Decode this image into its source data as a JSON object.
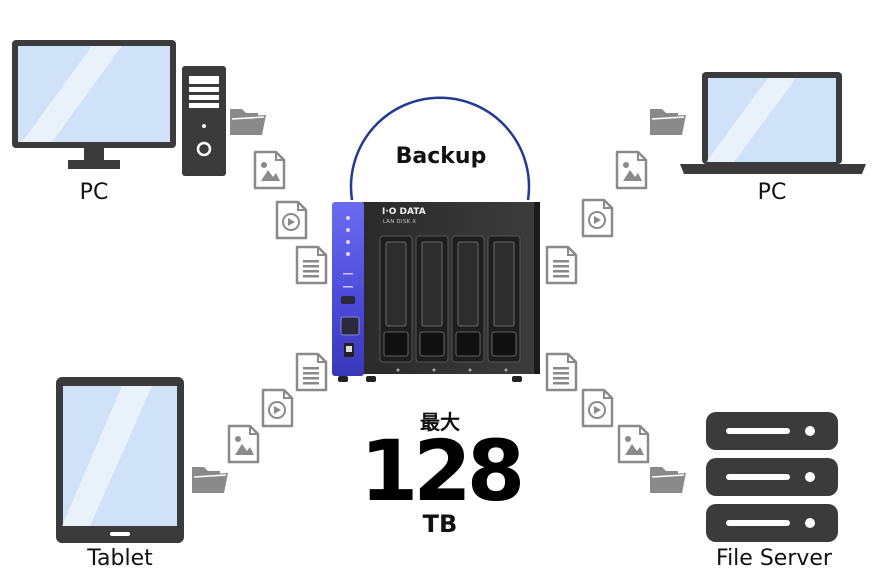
{
  "devices": {
    "pc_desktop": {
      "label": "PC"
    },
    "pc_laptop": {
      "label": "PC"
    },
    "tablet": {
      "label": "Tablet"
    },
    "file_server": {
      "label": "File Server"
    }
  },
  "backup": {
    "label": "Backup"
  },
  "nas": {
    "brand": "I·O DATA",
    "model": "LAN DISK X"
  },
  "capacity": {
    "prefix": "最大",
    "value": "128",
    "unit": "TB"
  },
  "colors": {
    "screen": "#cfe2f7",
    "device_dark": "#3b3b3b",
    "file_icon": "#8a8a8a",
    "nas_panel": "#4a48d8",
    "backup_circle": "#233a8f"
  },
  "icons": [
    "folder-icon",
    "image-file-icon",
    "video-file-icon",
    "document-file-icon"
  ]
}
